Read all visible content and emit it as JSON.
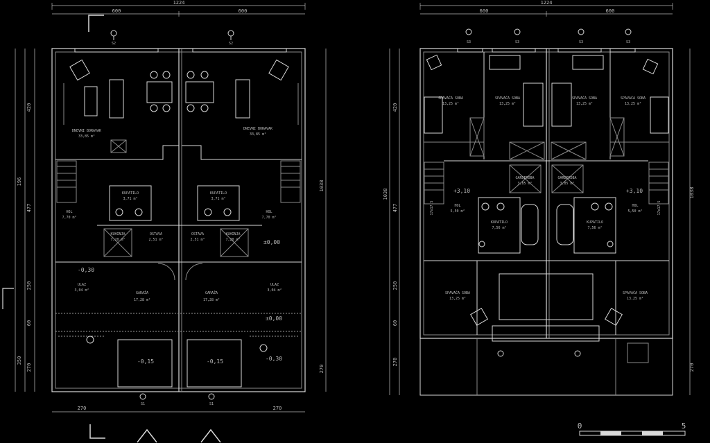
{
  "plan": {
    "ground_floor": {
      "overall_dim": "1224",
      "top_dims": [
        "600",
        "600"
      ],
      "axis_labels": [
        "S2",
        "S2"
      ],
      "bottom_dims": [
        "270",
        "270"
      ],
      "bottom_axis_labels": [
        "S1",
        "S1"
      ],
      "left_dims": [
        "420",
        "196",
        "477",
        "250",
        "60",
        "350",
        "270"
      ],
      "right_dims": [
        "1038",
        "270"
      ],
      "rooms": [
        {
          "name": "DNEVNI BORAVAK",
          "area": "33,85 m²"
        },
        {
          "name": "DNEVNI BORAVAK",
          "area": "33,85 m²"
        },
        {
          "name": "KUPATILO",
          "area": "3,71 m²"
        },
        {
          "name": "KUPATILO",
          "area": "3,71 m²"
        },
        {
          "name": "HOL",
          "area": "7,70 m²"
        },
        {
          "name": "HOL",
          "area": "7,70 m²"
        },
        {
          "name": "KUHINJA",
          "area": "7,20 m²"
        },
        {
          "name": "OSTAVA",
          "area": "2,51 m²"
        },
        {
          "name": "OSTAVA",
          "area": "2,51 m²"
        },
        {
          "name": "KUHINJA",
          "area": "7,20 m²"
        },
        {
          "name": "ULAZ",
          "area": "3,04 m²"
        },
        {
          "name": "ULAZ",
          "area": "3,04 m²"
        },
        {
          "name": "GARAŽA",
          "area": "17,28 m²"
        },
        {
          "name": "GARAŽA",
          "area": "17,28 m²"
        }
      ],
      "levels": [
        "±0,00",
        "-0,30",
        "-0,30",
        "-0,15",
        "-0,15",
        "±0,00"
      ]
    },
    "upper_floor": {
      "overall_dim": "1224",
      "top_dims": [
        "600",
        "600"
      ],
      "axis_labels": [
        "S3",
        "S3",
        "S3",
        "S3"
      ],
      "left_dims": [
        "420",
        "1038",
        "477",
        "250",
        "60",
        "270"
      ],
      "right_dims": [
        "1038",
        "270"
      ],
      "rooms": [
        {
          "name": "SPAVAĆA SOBA",
          "area": "13,25 m²"
        },
        {
          "name": "SPAVAĆA SOBA",
          "area": "13,25 m²"
        },
        {
          "name": "SPAVAĆA SOBA",
          "area": "13,25 m²"
        },
        {
          "name": "SPAVAĆA SOBA",
          "area": "13,25 m²"
        },
        {
          "name": "GARDEROBA",
          "area": "3,85 m²"
        },
        {
          "name": "GARDEROBA",
          "area": "3,85 m²"
        },
        {
          "name": "HOL",
          "area": "5,50 m²"
        },
        {
          "name": "HOL",
          "area": "5,50 m²"
        },
        {
          "name": "KUPATILO",
          "area": "7,56 m²"
        },
        {
          "name": "KUPATILO",
          "area": "7,56 m²"
        },
        {
          "name": "SPAVAĆA SOBA",
          "area": "13,25 m²"
        },
        {
          "name": "SPAVAĆA SOBA",
          "area": "13,25 m²"
        }
      ],
      "levels": [
        "+3,10",
        "+3,10"
      ],
      "stair_notes": [
        "17x17,5",
        "17x17,5"
      ]
    },
    "scale": {
      "start": "0",
      "end": "5"
    }
  }
}
